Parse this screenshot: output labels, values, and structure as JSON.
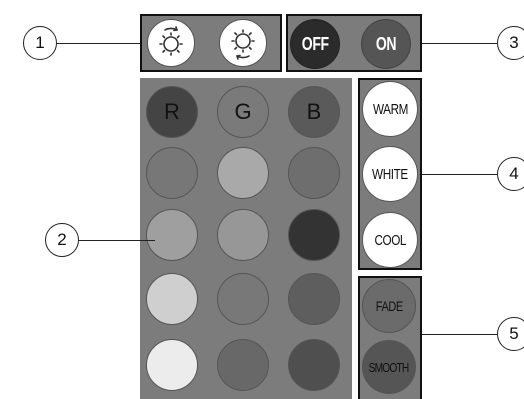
{
  "callouts": [
    "1",
    "2",
    "3",
    "4",
    "5"
  ],
  "brightness": {
    "up_icon": "brightness-up-icon",
    "down_icon": "brightness-down-icon"
  },
  "power": {
    "off_label": "OFF",
    "on_label": "ON"
  },
  "rgb": {
    "r_label": "R",
    "g_label": "G",
    "b_label": "B"
  },
  "white_modes": {
    "warm_label": "WARM",
    "white_label": "WHITE",
    "cool_label": "COOL"
  },
  "effects": {
    "fade_label": "FADE",
    "smooth_label": "SMOOTH"
  },
  "colors": {
    "panel": "#7c7c7c",
    "grid": [
      [
        "#777777",
        "#a9a9a9",
        "#6e6e6e"
      ],
      [
        "#9f9f9f",
        "#979797",
        "#333333"
      ],
      [
        "#cfcfcf",
        "#787878",
        "#5e5e5e"
      ],
      [
        "#ececec",
        "#686868",
        "#4f4f4f"
      ]
    ]
  }
}
